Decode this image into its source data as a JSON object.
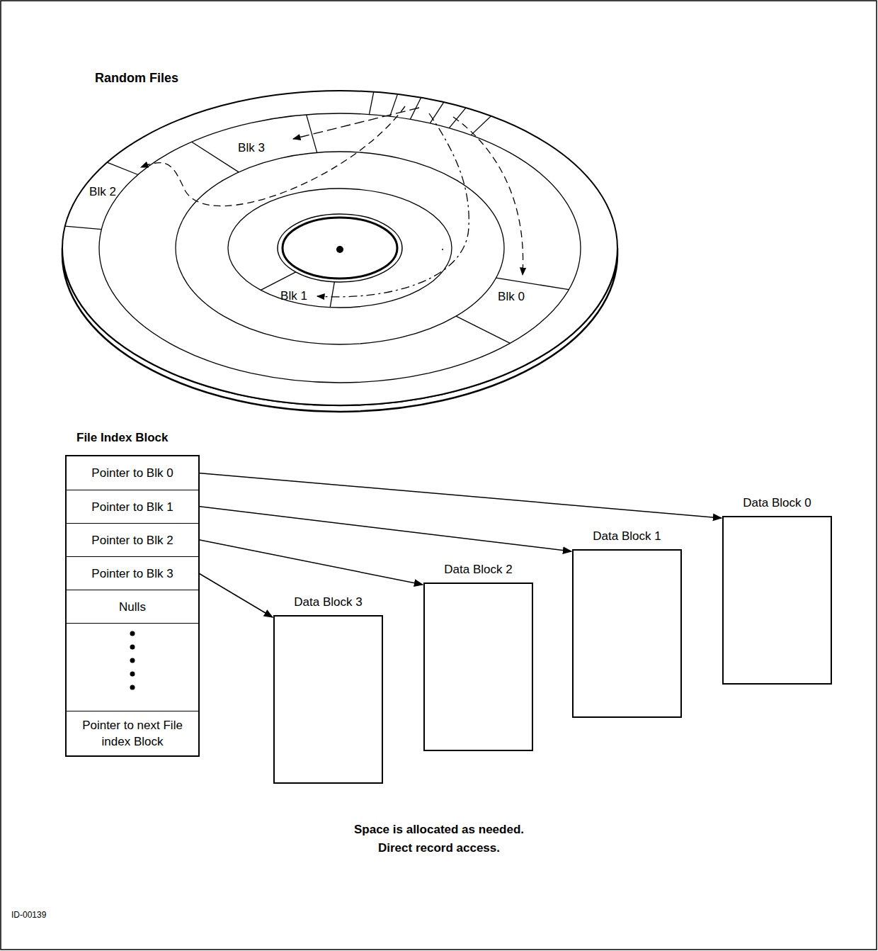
{
  "diagram": {
    "title": "Random Files",
    "caption": "Space is allocated as needed. Direct record access.",
    "nodes": [
      {
        "text": [
          "File Index Block"
        ]
      },
      {
        "text": [
          "Pointer to Blk 0"
        ],
        "in": 0
      },
      {
        "text": [
          "Pointer to Blk 1"
        ],
        "in": 0
      },
      {
        "text": [
          "Pointer to Blk 2"
        ],
        "in": 0
      },
      {
        "text": [
          "Pointer to Blk 3"
        ],
        "in": 0
      },
      {
        "text": [
          "Nulls"
        ],
        "in": 0
      },
      {
        "text": [
          "Pointer to next File index Block"
        ],
        "in": 0
      },
      {
        "text": [
          "Data Block 0"
        ]
      },
      {
        "text": [
          "Data Block 1"
        ]
      },
      {
        "text": [
          "Data Block 2"
        ]
      },
      {
        "text": [
          "Data Block 3"
        ]
      }
    ],
    "edges": [
      {
        "from": 1,
        "to": 7,
        "arrow": "to"
      },
      {
        "from": 2,
        "to": 8,
        "arrow": "to"
      },
      {
        "from": 3,
        "to": 9,
        "arrow": "to"
      },
      {
        "from": 4,
        "to": 10,
        "arrow": "to"
      }
    ],
    "labels": [
      "Blk 3",
      "Blk 2",
      "Blk 1",
      "Blk 0",
      "ID-00139"
    ]
  }
}
